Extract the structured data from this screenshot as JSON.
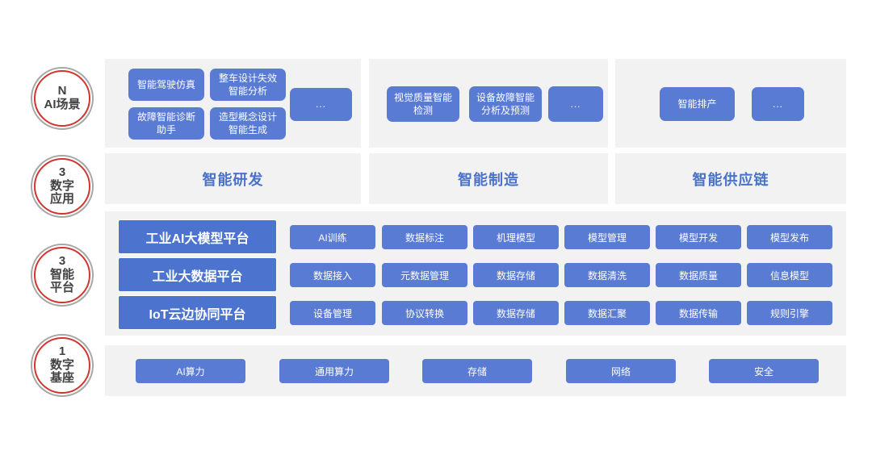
{
  "colors": {
    "panel_bg": "#f2f2f3",
    "button_blue": "#5a7bd4",
    "platform_blue": "#4c73ce",
    "header_blue": "#4a72c8",
    "badge_ring_outer": "#a6a6a6",
    "badge_ring_red": "#d03530",
    "badge_text": "#424242"
  },
  "badges": [
    {
      "label": "N\nAI场景"
    },
    {
      "label": "3\n数字\n应用"
    },
    {
      "label": "3\n智能\n平台"
    },
    {
      "label": "1\n数字\n基座"
    }
  ],
  "scenario_row": {
    "rd": {
      "buttons": [
        "智能驾驶仿真",
        "整车设计失效\n智能分析",
        "...",
        "故障智能诊断\n助手",
        "造型概念设计\n智能生成"
      ]
    },
    "mfg": {
      "buttons": [
        "视觉质量智能\n检测",
        "设备故障智能\n分析及预测",
        "..."
      ]
    },
    "supply": {
      "buttons": [
        "智能排产",
        "..."
      ]
    }
  },
  "application_row": {
    "headers": [
      "智能研发",
      "智能制造",
      "智能供应链"
    ]
  },
  "platform_row": {
    "platforms": [
      {
        "name": "工业AI大模型平台",
        "modules": [
          "AI训练",
          "数据标注",
          "机理模型",
          "模型管理",
          "模型开发",
          "模型发布"
        ]
      },
      {
        "name": "工业大数据平台",
        "modules": [
          "数据接入",
          "元数据管理",
          "数据存储",
          "数据清洗",
          "数据质量",
          "信息模型"
        ]
      },
      {
        "name": "IoT云边协同平台",
        "modules": [
          "设备管理",
          "协议转换",
          "数据存储",
          "数据汇聚",
          "数据传输",
          "规则引擎"
        ]
      }
    ]
  },
  "base_row": {
    "buttons": [
      "AI算力",
      "通用算力",
      "存储",
      "网络",
      "安全"
    ]
  }
}
